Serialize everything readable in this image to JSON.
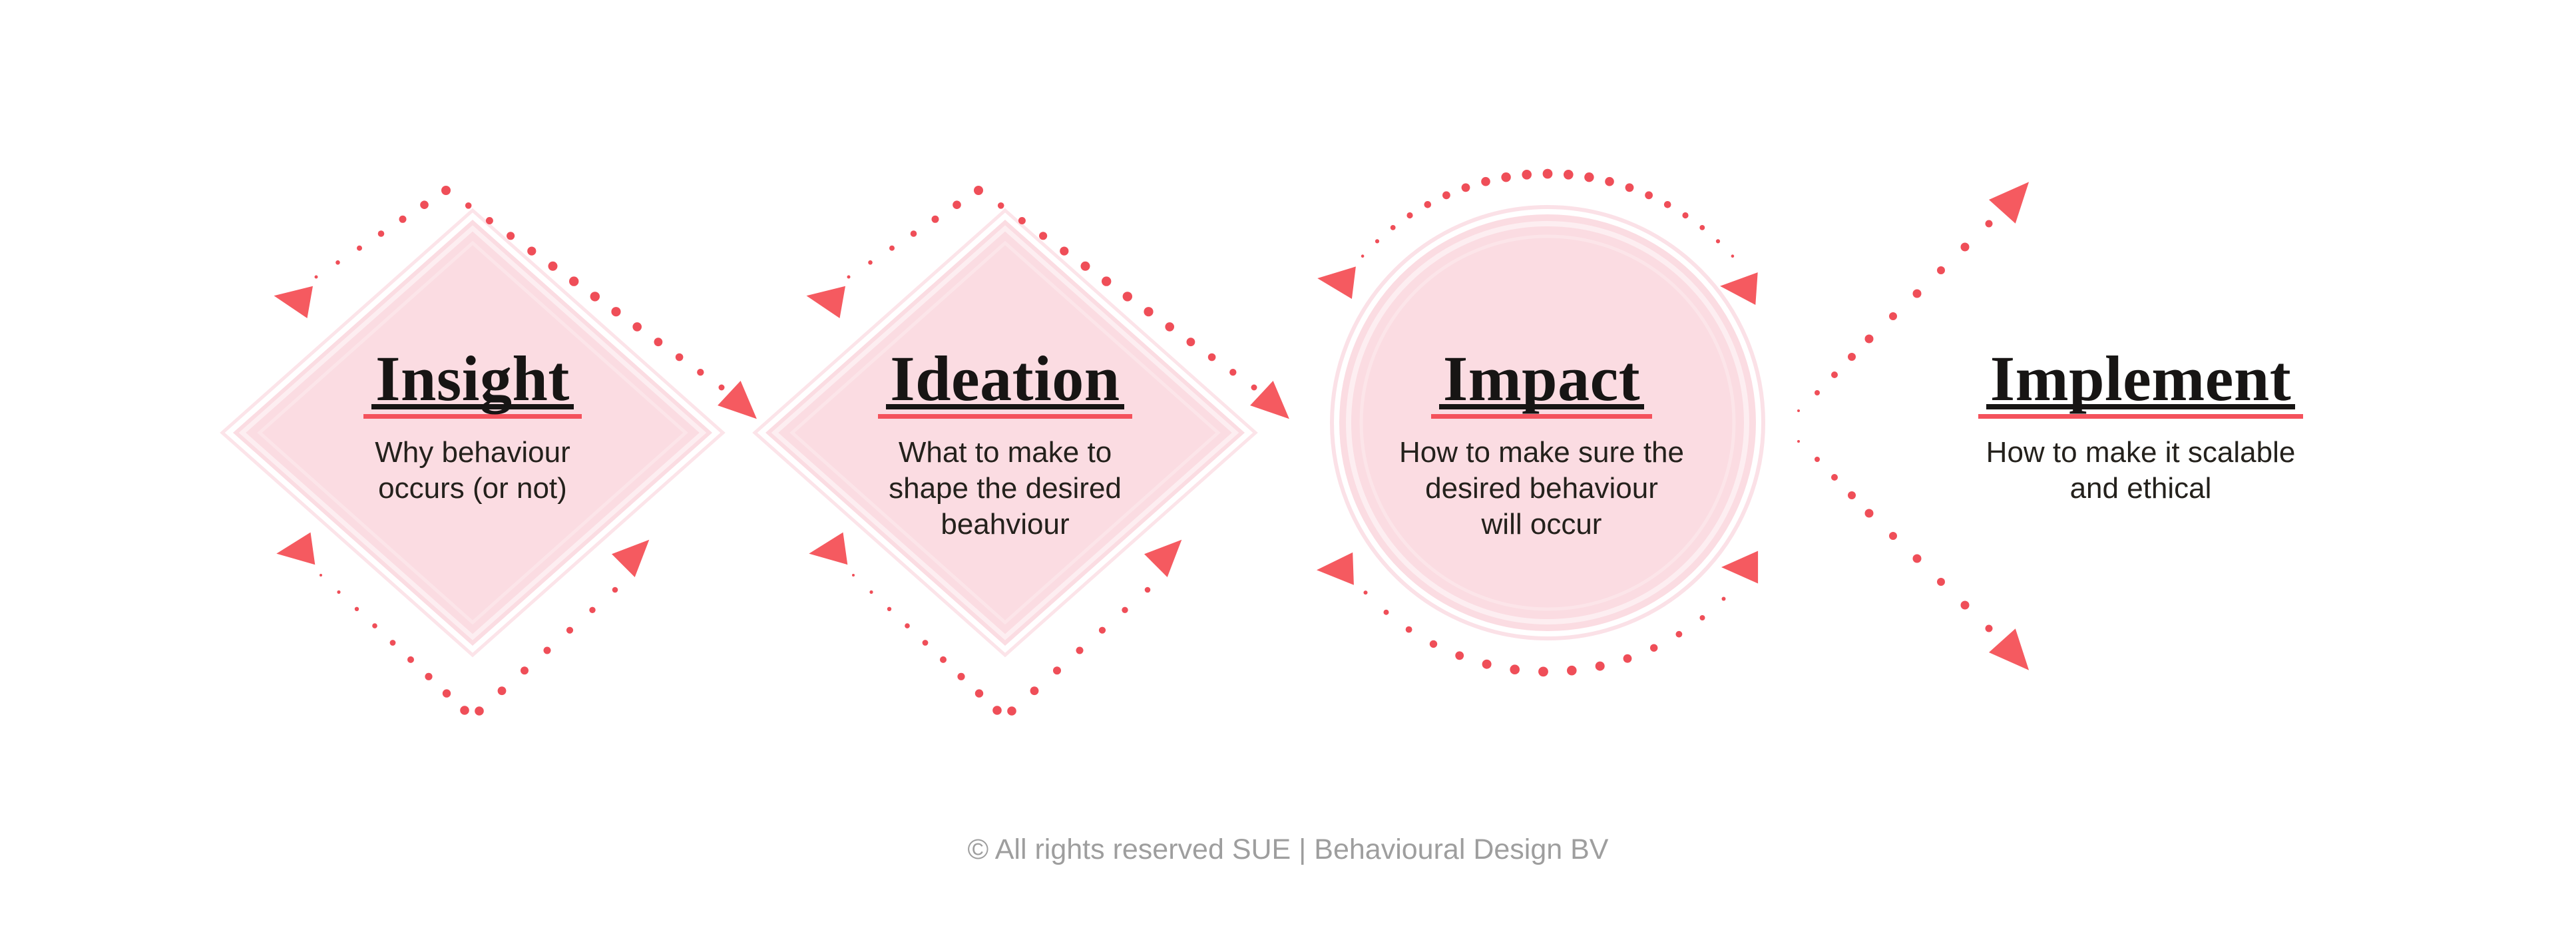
{
  "diagram": {
    "stages": [
      {
        "id": "insight",
        "shape": "diamond",
        "title": "Insight",
        "description": "Why behaviour\noccurs (or not)"
      },
      {
        "id": "ideation",
        "shape": "diamond",
        "title": "Ideation",
        "description": "What to make to\nshape the desired\nbeahviour"
      },
      {
        "id": "impact",
        "shape": "circle",
        "title": "Impact",
        "description": "How to make sure the\ndesired behaviour\nwill occur"
      },
      {
        "id": "implement",
        "shape": "chevron-arrow",
        "title": "Implement",
        "description": "How to make it scalable\nand ethical"
      }
    ],
    "footer": {
      "copyright": "© All rights reserved SUE | Behavioural Design BV"
    },
    "colors": {
      "pink_fill": "#fbdce2",
      "coral_dot": "#ef4e58",
      "coral_arrow": "#f55a60",
      "underline_red": "#f4525c",
      "title_black": "#171514",
      "body_text": "#24211c",
      "footer_gray": "#9e9e9e",
      "sketch_outline": "#f9cdd7"
    }
  }
}
